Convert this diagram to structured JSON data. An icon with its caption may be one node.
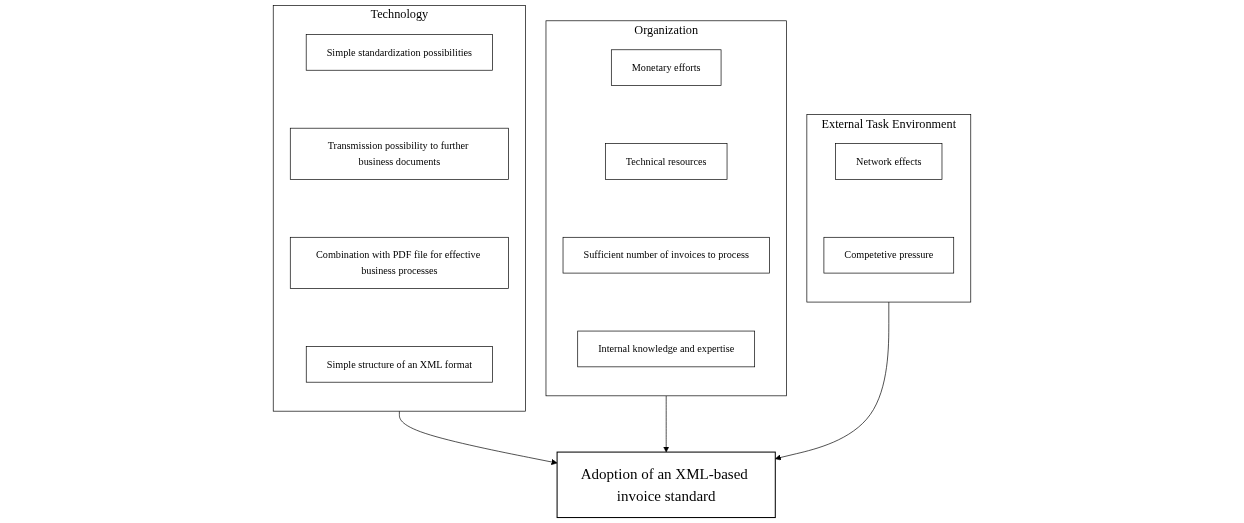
{
  "diagram": {
    "nodes": [
      {
        "text": [
          "Technology"
        ]
      },
      {
        "text": [
          "Simple standardization possibilities"
        ],
        "in": 0
      },
      {
        "text": [
          "Transmission possibility to further business documents"
        ],
        "in": 0
      },
      {
        "text": [
          "Combination with PDF file for effective business processes"
        ],
        "in": 0
      },
      {
        "text": [
          "Simple structure of an XML format"
        ],
        "in": 0
      },
      {
        "text": [
          "Adoption of an XML-based invoice standard"
        ]
      },
      {
        "text": [
          "Organization"
        ]
      },
      {
        "text": [
          "Monetary efforts"
        ],
        "in": 6
      },
      {
        "text": [
          "Technical resources"
        ],
        "in": 6
      },
      {
        "text": [
          "Sufficient number of invoices to process"
        ],
        "in": 6
      },
      {
        "text": [
          "Internal knowledge and expertise"
        ],
        "in": 6
      },
      {
        "text": [
          "External Task Environment"
        ]
      },
      {
        "text": [
          "Network effects"
        ],
        "in": 11
      },
      {
        "text": [
          "Competetive pressure"
        ],
        "in": 11
      }
    ],
    "edges": [
      {
        "from": 0,
        "to": 5,
        "arrow": "to"
      },
      {
        "from": 6,
        "to": 5,
        "arrow": "to"
      },
      {
        "from": 11,
        "to": 5,
        "arrow": "to"
      }
    ]
  }
}
